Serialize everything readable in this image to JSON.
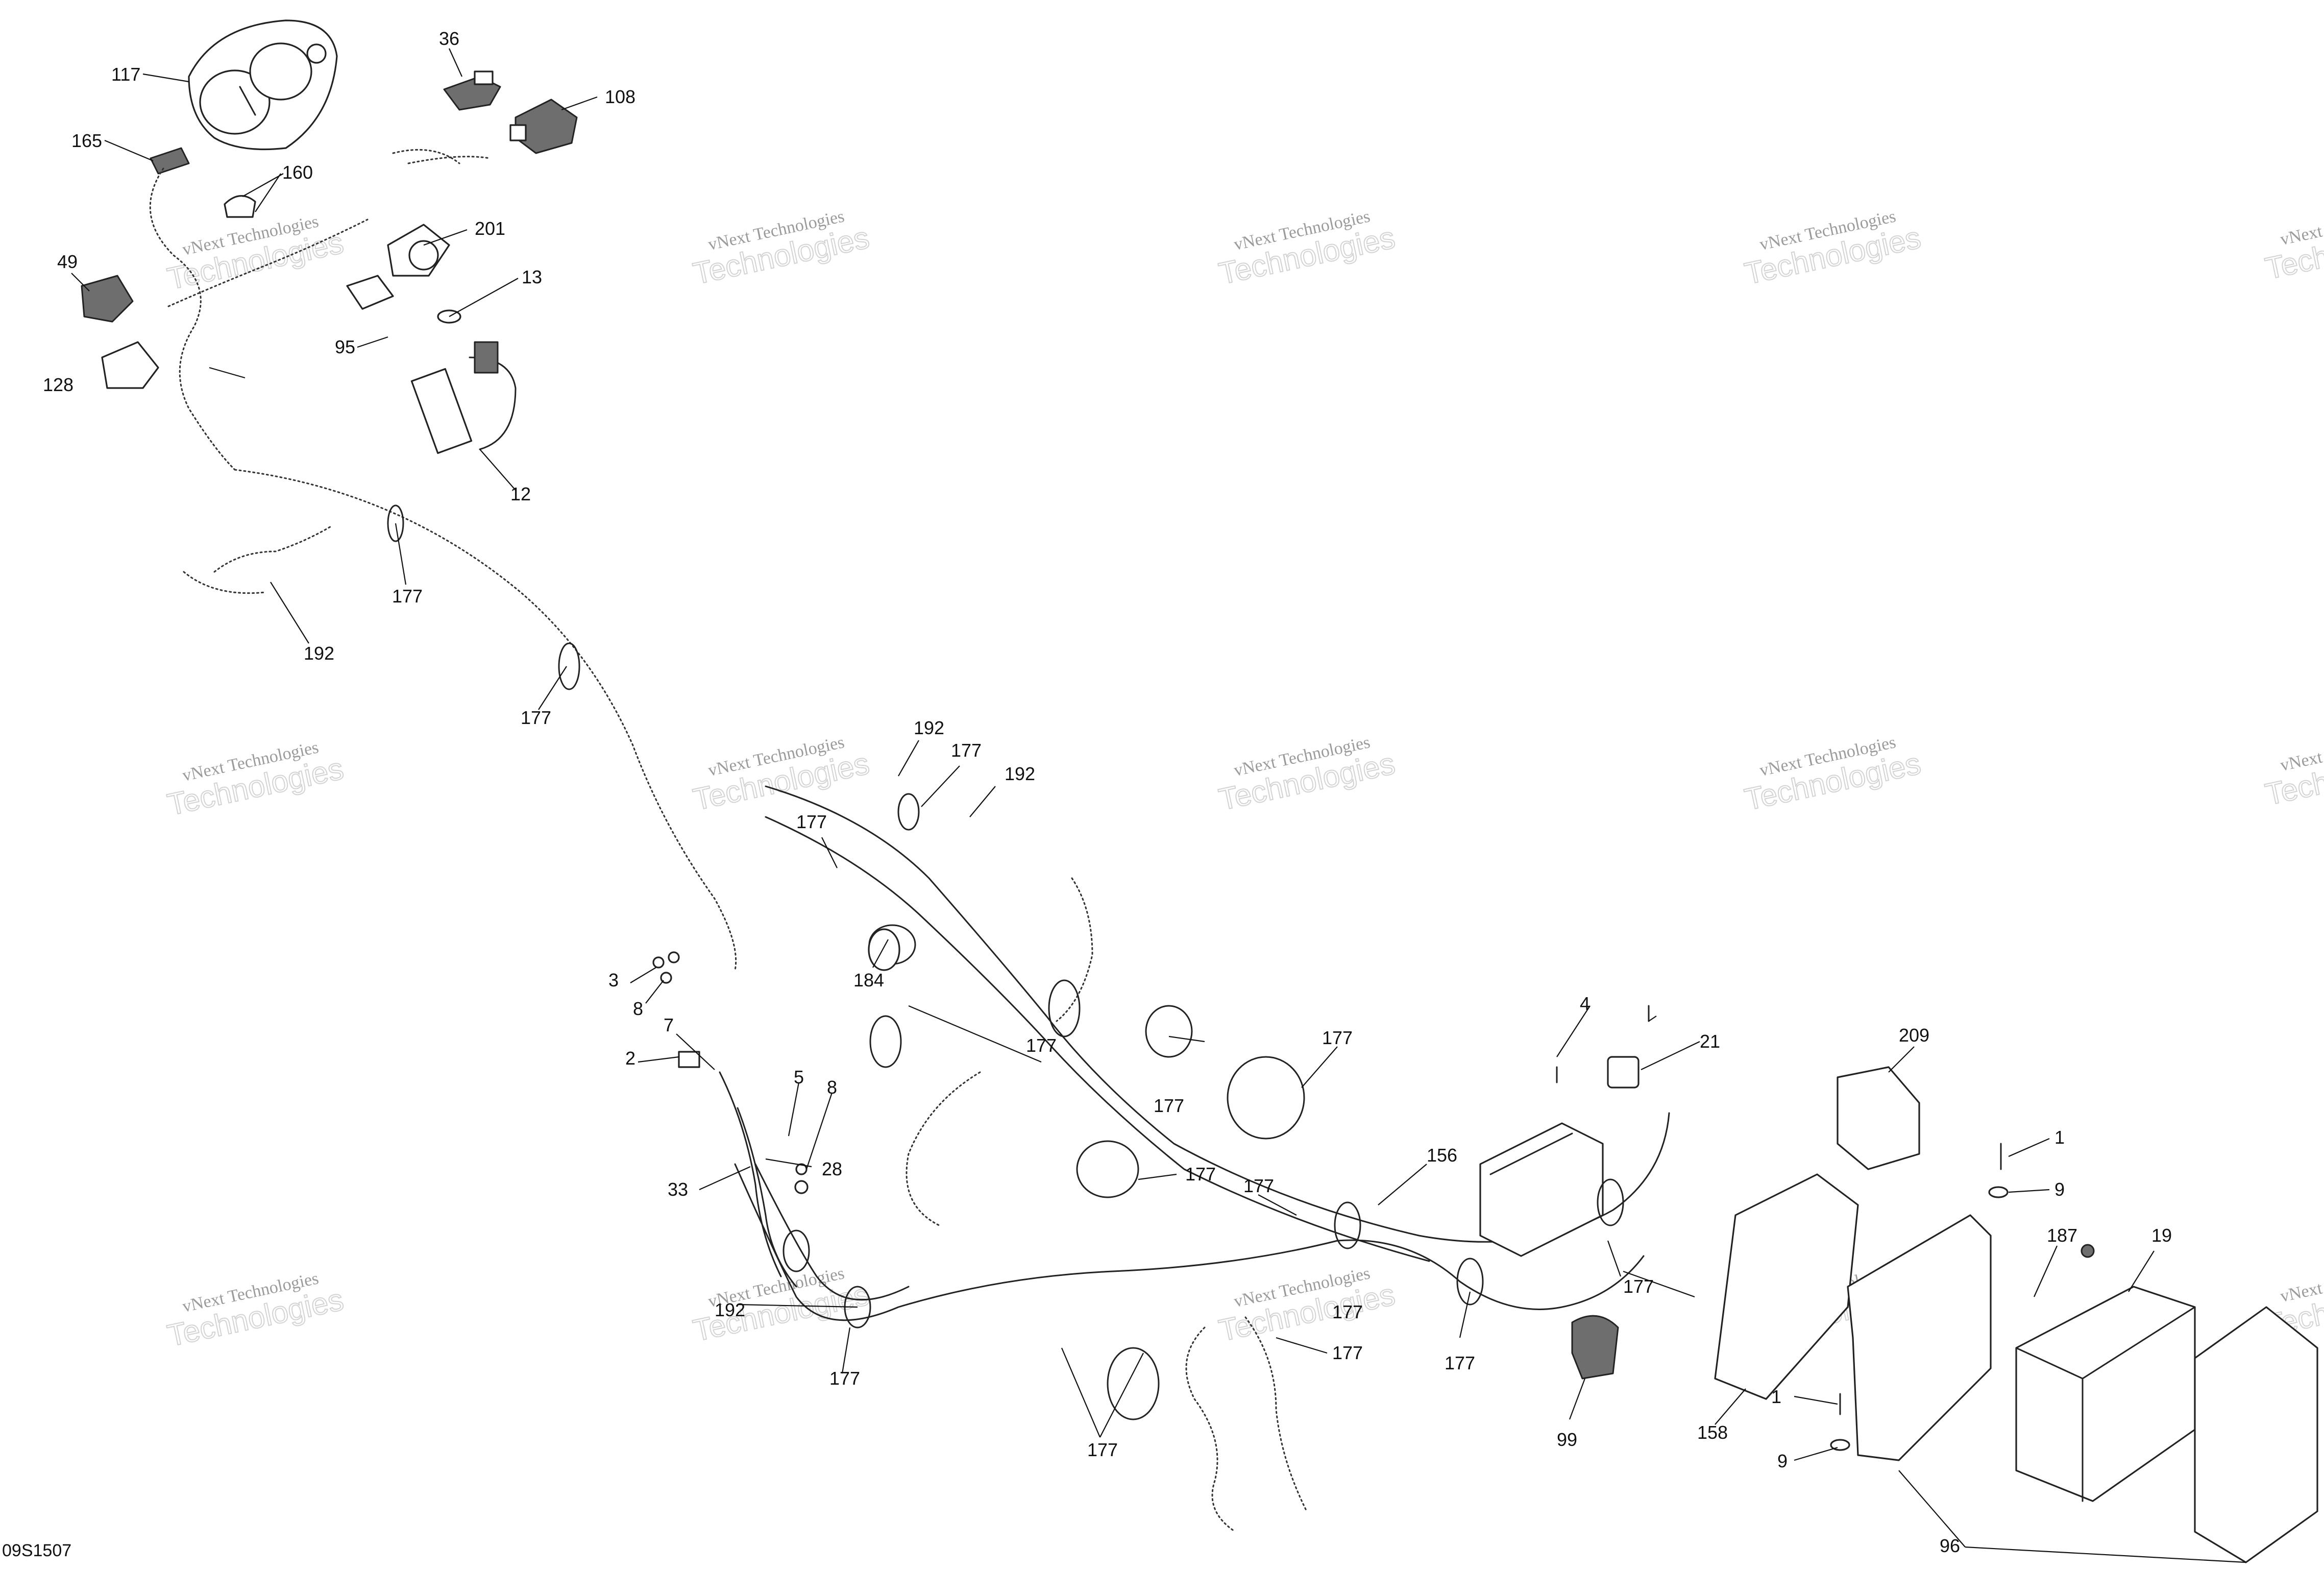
{
  "diagram": {
    "drawing_id": "09S1507",
    "watermark": {
      "line1": "vNext Technologies",
      "line2": "Technologies"
    },
    "callouts": [
      {
        "label": "117"
      },
      {
        "label": "36"
      },
      {
        "label": "108"
      },
      {
        "label": "165"
      },
      {
        "label": "160"
      },
      {
        "label": "201"
      },
      {
        "label": "13"
      },
      {
        "label": "49"
      },
      {
        "label": "95"
      },
      {
        "label": "128"
      },
      {
        "label": "12"
      },
      {
        "label": "177"
      },
      {
        "label": "192"
      },
      {
        "label": "177"
      },
      {
        "label": "192"
      },
      {
        "label": "177"
      },
      {
        "label": "192"
      },
      {
        "label": "177"
      },
      {
        "label": "184"
      },
      {
        "label": "3"
      },
      {
        "label": "8"
      },
      {
        "label": "7"
      },
      {
        "label": "2"
      },
      {
        "label": "5"
      },
      {
        "label": "8"
      },
      {
        "label": "33"
      },
      {
        "label": "28"
      },
      {
        "label": "177"
      },
      {
        "label": "177"
      },
      {
        "label": "177"
      },
      {
        "label": "177"
      },
      {
        "label": "4"
      },
      {
        "label": "21"
      },
      {
        "label": "209"
      },
      {
        "label": "1"
      },
      {
        "label": "9"
      },
      {
        "label": "187"
      },
      {
        "label": "19"
      },
      {
        "label": "156"
      },
      {
        "label": "177"
      },
      {
        "label": "177"
      },
      {
        "label": "177"
      },
      {
        "label": "177"
      },
      {
        "label": "192"
      },
      {
        "label": "177"
      },
      {
        "label": "177"
      },
      {
        "label": "99"
      },
      {
        "label": "158"
      },
      {
        "label": "1"
      },
      {
        "label": "9"
      },
      {
        "label": "96"
      },
      {
        "label": "177"
      }
    ]
  }
}
